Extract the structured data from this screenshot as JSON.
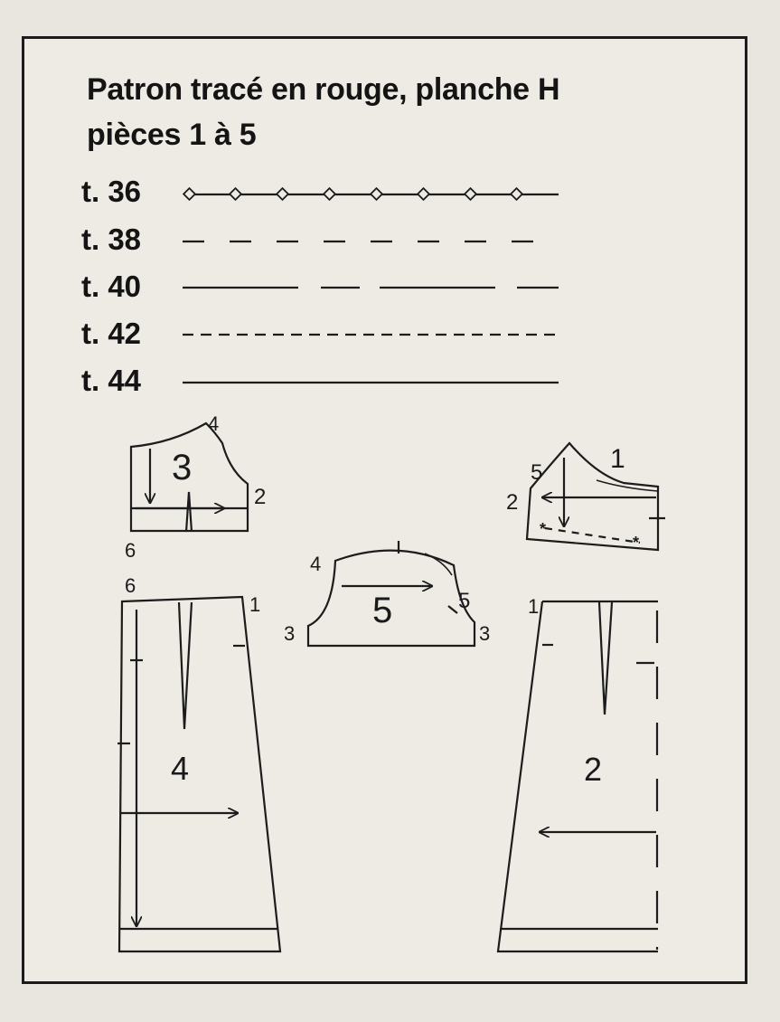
{
  "title_line1": "Patron tracé en rouge, planche H",
  "title_line2": "pièces 1 à 5",
  "sizes": [
    {
      "label": "t. 36",
      "line": "diamond"
    },
    {
      "label": "t. 38",
      "line": "long-dash"
    },
    {
      "label": "t. 40",
      "line": "dash-dot"
    },
    {
      "label": "t. 42",
      "line": "short-dash"
    },
    {
      "label": "t. 44",
      "line": "solid"
    }
  ],
  "pieces": {
    "p1": {
      "number": "1",
      "mark_a": "5",
      "mark_b": "2"
    },
    "p2": {
      "number": "2",
      "mark_a": "1"
    },
    "p3": {
      "number": "3",
      "mark_a": "4",
      "mark_b": "2",
      "mark_c": "6"
    },
    "p4": {
      "number": "4",
      "mark_a": "6",
      "mark_b": "1"
    },
    "p5": {
      "number": "5",
      "mark_a": "4",
      "mark_b": "5",
      "mark_c": "3",
      "mark_d": "3"
    }
  },
  "colors": {
    "ink": "#1c1c1c",
    "paper": "#eeebe4"
  }
}
